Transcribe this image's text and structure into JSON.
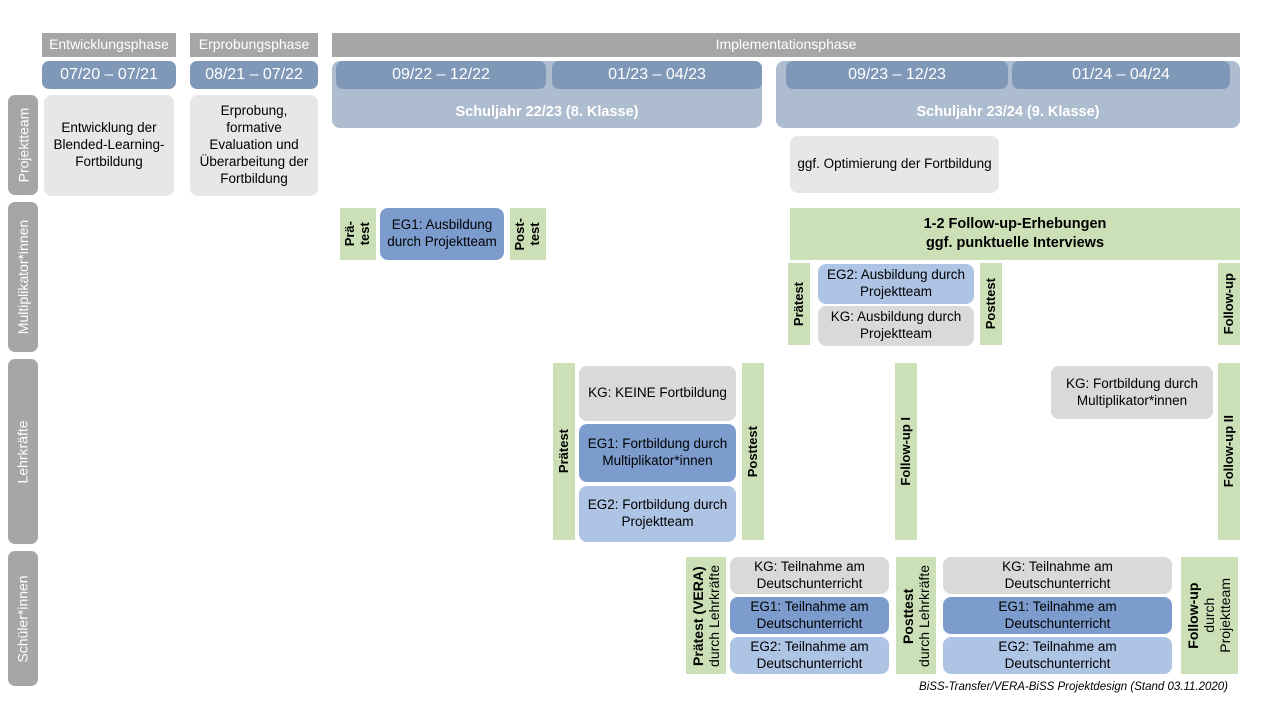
{
  "footer": {
    "note": "BiSS-Transfer/VERA-BiSS Projektdesign (Stand 03.11.2020)"
  },
  "colors": {
    "gray_header": "#a6a6a6",
    "period_blue": "#8098b8",
    "year_band_blue": "#aebcd0",
    "green_test": "#cce0b8",
    "box_gray": "#e7e7e7",
    "box_gray_dark": "#d9d9d9",
    "eg1_blue": "#7d9cce",
    "eg2_blue": "#aec4e4",
    "eg2_blue_mid": "#8fb0dc"
  },
  "phases": [
    {
      "label": "Entwicklungsphase"
    },
    {
      "label": "Erprobungsphase"
    },
    {
      "label": "Implementationsphase"
    }
  ],
  "periods": [
    {
      "label": "07/20 – 07/21"
    },
    {
      "label": "08/21 – 07/22"
    },
    {
      "label": "09/22 – 12/22"
    },
    {
      "label": "01/23 – 04/23"
    },
    {
      "label": "09/23 – 12/23"
    },
    {
      "label": "01/24 – 04/24"
    }
  ],
  "school_years": [
    {
      "label": "Schuljahr 22/23 (8. Klasse)"
    },
    {
      "label": "Schuljahr 23/24 (9. Klasse)"
    }
  ],
  "rows": [
    {
      "label": "Projektteam"
    },
    {
      "label": "Multiplikator*innen"
    },
    {
      "label": "Lehrkräfte"
    },
    {
      "label": "Schüler*innen"
    }
  ],
  "projektteam": {
    "entwicklung": "Entwicklung der Blended-Learning-Fortbildung",
    "erprobung": "Erprobung, formative Evaluation und Überarbeitung der Fortbildung",
    "optimierung": "ggf. Optimierung der Fortbildung"
  },
  "multiplikatoren": {
    "praetest_line1": "Prä-",
    "praetest_line2": "test",
    "eg1": "EG1: Ausbildung durch Projektteam",
    "posttest_line1": "Post-",
    "posttest_line2": "test",
    "followup_banner_line1": "1-2 Follow-up-Erhebungen",
    "followup_banner_line2": "ggf. punktuelle Interviews",
    "praetest2": "Prätest",
    "eg2": "EG2: Ausbildung durch Projektteam",
    "kg": "KG: Ausbildung durch Projektteam",
    "posttest2": "Posttest",
    "followup": "Follow-up"
  },
  "lehrkraefte": {
    "praetest": "Prätest",
    "kg": "KG:  KEINE Fortbildung",
    "eg1": "EG1: Fortbildung durch Multiplikator*innen",
    "eg2": "EG2: Fortbildung durch Projektteam",
    "posttest": "Posttest",
    "followup1": "Follow-up I",
    "kg2": "KG: Fortbildung durch Multiplikator*innen",
    "followup2": "Follow-up II"
  },
  "schueler": {
    "praetest_main": "Prätest (VERA)",
    "praetest_sub": "durch Lehrkräfte",
    "kg1": "KG: Teilnahme am Deutschunterricht",
    "eg1a": "EG1: Teilnahme am Deutschunterricht",
    "eg2a": "EG2: Teilnahme am Deutschunterricht",
    "posttest_main": "Posttest",
    "posttest_sub": "durch Lehrkräfte",
    "kg2": "KG: Teilnahme am Deutschunterricht",
    "eg1b": "EG1: Teilnahme am Deutschunterricht",
    "eg2b": "EG2: Teilnahme am Deutschunterricht",
    "followup_main": "Follow-up",
    "followup_sub1": "durch",
    "followup_sub2": "Projektteam"
  }
}
